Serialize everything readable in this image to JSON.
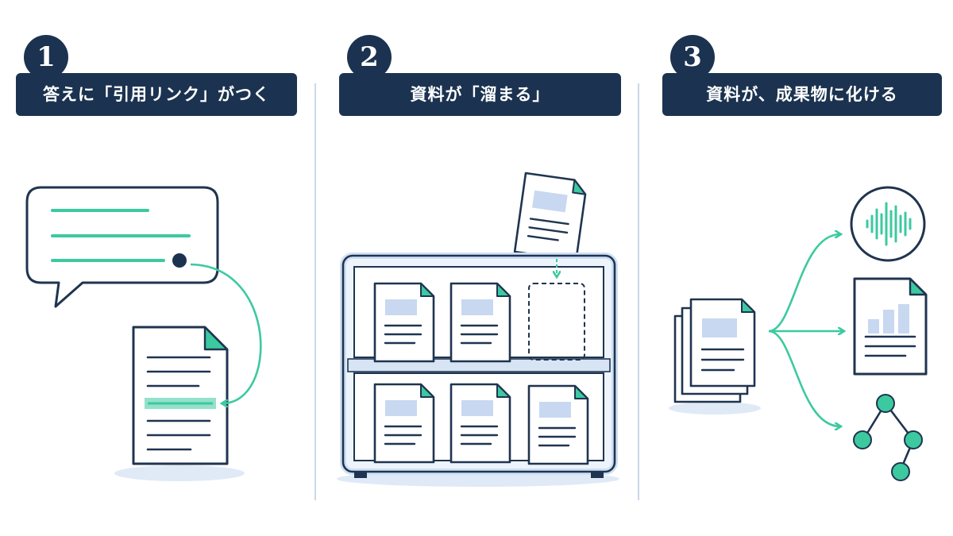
{
  "steps": [
    {
      "number": "1",
      "title": "答えに「引用リンク」がつく"
    },
    {
      "number": "2",
      "title": "資料が「溜まる」"
    },
    {
      "number": "3",
      "title": "資料が、成果物に化ける"
    }
  ],
  "colors": {
    "navy": "#1b3350",
    "teal": "#3cc9a0",
    "doc_outline": "#1f3450",
    "doc_fill": "#ffffff",
    "placeholder": "#c8d8f0",
    "shadow": "#dfeaf6",
    "divider": "#c9d8e8"
  },
  "icons": {
    "panel1": [
      "chat-bubble-icon",
      "citation-dot-icon",
      "document-icon",
      "link-arrow-icon"
    ],
    "panel2": [
      "document-icon",
      "bookshelf-icon",
      "drop-arrow-icon"
    ],
    "panel3": [
      "document-stack-icon",
      "audio-waveform-icon",
      "bar-chart-document-icon",
      "tree-diagram-icon"
    ]
  }
}
